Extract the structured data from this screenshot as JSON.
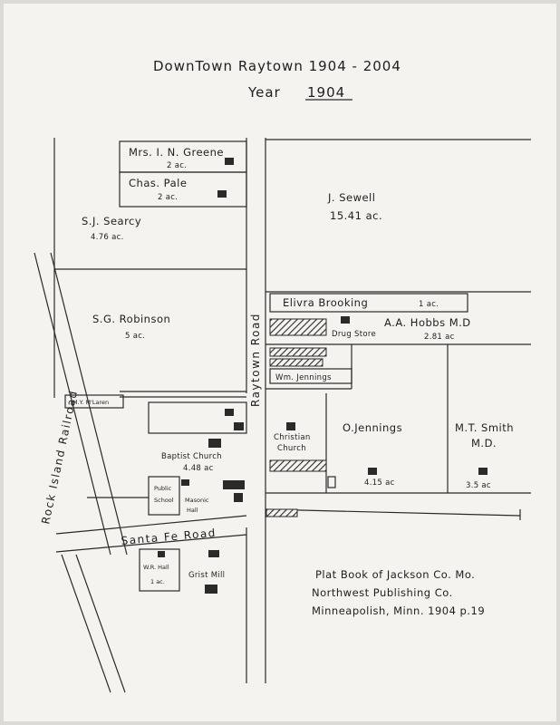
{
  "title": {
    "main": "DownTown Raytown 1904 - 2004",
    "year_label": "Year",
    "year": "1904"
  },
  "parcels": {
    "greene": {
      "name": "Mrs. I. N. Greene",
      "area": "2 ac."
    },
    "pale": {
      "name": "Chas. Pale",
      "area": "2 ac."
    },
    "searcy": {
      "name": "S.J. Searcy",
      "area": "4.76 ac."
    },
    "sewell": {
      "name": "J. Sewell",
      "area": "15.41 ac."
    },
    "robinson": {
      "name": "S.G. Robinson",
      "area": "5 ac."
    },
    "brooking": {
      "name": "Elivra Brooking",
      "area": "1 ac."
    },
    "hobbs": {
      "name": "A.A. Hobbs M.D",
      "area": "2.81 ac"
    },
    "drug_store": {
      "name": "Drug Store"
    },
    "wm_jennings": {
      "name": "Wm. Jennings"
    },
    "o_jennings": {
      "name": "O.Jennings",
      "area": "4.15 ac"
    },
    "smith": {
      "name": "M.T. Smith",
      "title": "M.D.",
      "area": "3.5 ac"
    },
    "christian_church": {
      "name_line1": "Christian",
      "name_line2": "Church"
    },
    "baptist_church": {
      "name": "Baptist Church",
      "area": "4.48 ac"
    },
    "public_school": {
      "name_line1": "Public",
      "name_line2": "School"
    },
    "masonic_hall": {
      "name_line1": "Masonic",
      "name_line2": "Hall"
    },
    "wr_hall": {
      "name": "W.R. Hall",
      "area": "1 ac."
    },
    "grist_mill": {
      "name": "Grist Mill"
    },
    "small_lot": {
      "name": "M.Y. M'Laren"
    }
  },
  "roads": {
    "raytown": "Raytown Road",
    "santa_fe": "Santa Fe Road",
    "railroad": "Rock Island Railroad"
  },
  "source": {
    "line1": "Plat Book of Jackson Co. Mo.",
    "line2": "Northwest Publishing Co.",
    "line3": "Minneapolish, Minn. 1904 p.19"
  }
}
